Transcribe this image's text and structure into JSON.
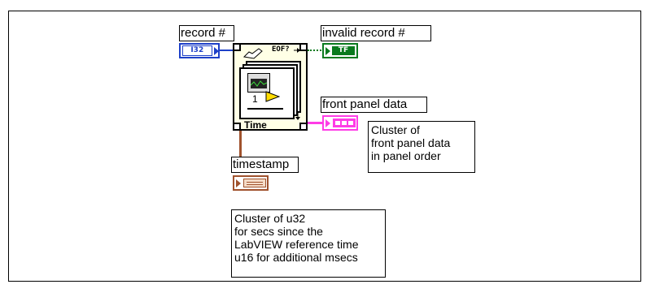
{
  "labels": {
    "record": "record #",
    "invalid_record": "invalid record #",
    "front_panel_data": "front panel data",
    "timestamp": "timestamp"
  },
  "terminals": {
    "record_type": "I32",
    "invalid_type": "TF"
  },
  "node": {
    "eof_text": "EOF?",
    "time_text": "Time",
    "index_text": "1"
  },
  "notes": {
    "front_panel": "Cluster of\nfront panel data\nin panel order",
    "timestamp": "Cluster of u32\nfor secs since the\nLabVIEW reference time\nu16 for additional msecs"
  },
  "colors": {
    "i32_blue": "#1e40c8",
    "bool_green": "#0a7a1e",
    "cluster_pink": "#ff3ce6",
    "timestamp_brown": "#a0522d"
  }
}
